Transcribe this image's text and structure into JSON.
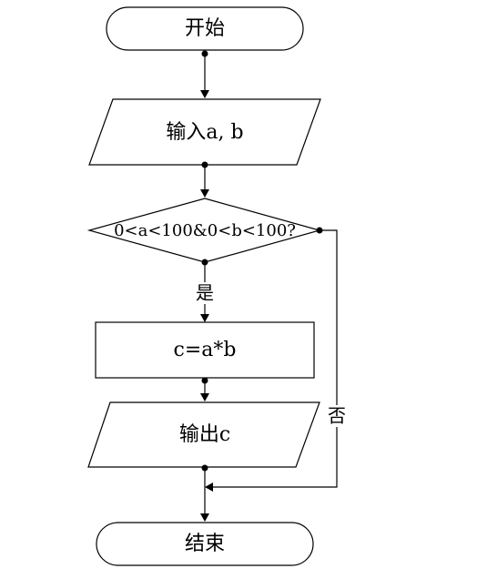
{
  "flowchart": {
    "start": "开始",
    "input": "输入a, b",
    "condition": "0<a<100&0<b<100?",
    "yes_label": "是",
    "process": "c=a*b",
    "output": "输出c",
    "no_label": "否",
    "end": "结束"
  }
}
